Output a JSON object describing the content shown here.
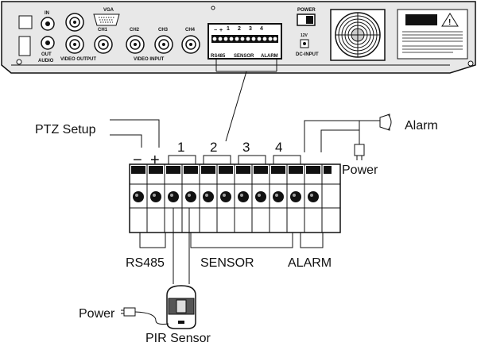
{
  "panel": {
    "audio_in": "IN",
    "audio_out": "OUT",
    "audio": "AUDIO",
    "video_output": "VIDEO OUTPUT",
    "vga": "VGA",
    "video_input": "VIDEO INPUT",
    "channels": [
      "CH1",
      "CH2",
      "CH3",
      "CH4"
    ],
    "terminal_minus": "−",
    "terminal_plus": "+",
    "terminal_numbers": [
      "1",
      "2",
      "3",
      "4"
    ],
    "rs485": "RS485",
    "sensor": "SENSOR",
    "alarm": "ALARM",
    "power": "POWER",
    "dc_input": "DC-INPUT",
    "dc_voltage": "12V"
  },
  "callout": {
    "ptz_setup": "PTZ Setup",
    "minus": "−",
    "plus": "+",
    "sensor_numbers": [
      "1",
      "2",
      "3",
      "4"
    ],
    "alarm": "Alarm",
    "power_top": "Power",
    "rs485": "RS485",
    "sensor": "SENSOR",
    "alarm_group": "ALARM",
    "power_bottom": "Power",
    "pir_sensor": "PIR Sensor"
  }
}
